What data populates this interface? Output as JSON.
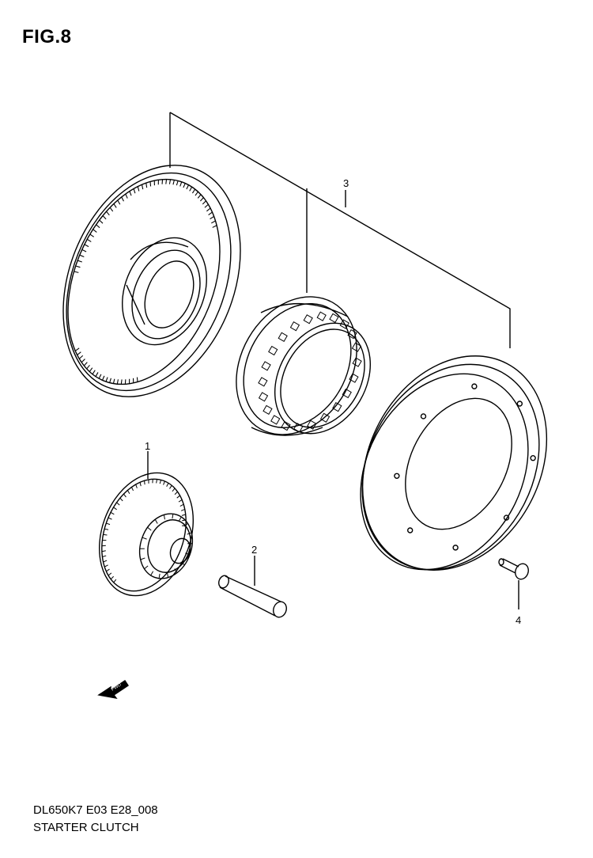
{
  "figure_label": "FIG.8",
  "footer": {
    "code": "DL650K7 E03 E28_008",
    "title": "STARTER CLUTCH"
  },
  "callouts": {
    "p1": "1",
    "p2": "2",
    "p3": "3",
    "p4": "4"
  },
  "direction_arrow": {
    "label": "FWD",
    "icon": "forward-arrow-icon"
  },
  "parts": [
    {
      "ref": "1",
      "icon": "idler-gear-icon"
    },
    {
      "ref": "2",
      "icon": "shaft-pin-icon"
    },
    {
      "ref": "3",
      "icon": "starter-clutch-assembly-icon"
    },
    {
      "ref": "4",
      "icon": "bolt-icon"
    }
  ]
}
